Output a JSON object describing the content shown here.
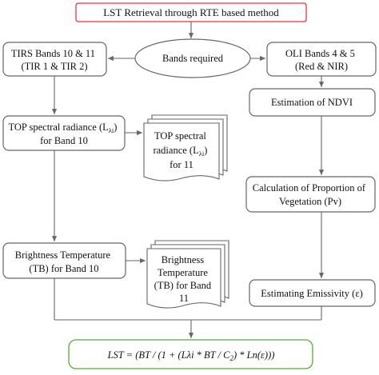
{
  "diagram": {
    "title": "LST Retrieval through RTE based method",
    "bands_required": "Bands required",
    "tirs": [
      "TIRS Bands 10 & 11",
      "(TIR 1 & TIR 2)"
    ],
    "oli": [
      "OLI Bands 4 & 5",
      "(Red & NIR)"
    ],
    "ndvi": "Estimation of NDVI",
    "pv": [
      "Calculation of Proportion of",
      "Vegetation (Pv)"
    ],
    "emissivity": "Estimating Emissivity (ε)",
    "top10": {
      "line1_prefix": "TOP spectral radiance (L",
      "line1_subscript": "λi",
      "line1_suffix": ")",
      "line2": "for Band 10"
    },
    "top11": {
      "line1": "TOP spectral",
      "line2_prefix": "radiance (L",
      "line2_subscript": "λi",
      "line2_suffix": ")",
      "line3": "for 11"
    },
    "bt10": [
      "Brightness Temperature",
      "(TB) for Band 10"
    ],
    "bt11": [
      "Brightness",
      "Temperature",
      "(TB) for Band",
      "11"
    ],
    "equation": {
      "prefix": "LST = (BT / (1 + (Lλi * BT / C",
      "subscript": "2",
      "suffix": ") * Ln(ε)))"
    },
    "colors": {
      "title_border": "#e8343f",
      "equation_border": "#5aa83e",
      "stroke": "#666666",
      "text": "#111111"
    }
  }
}
